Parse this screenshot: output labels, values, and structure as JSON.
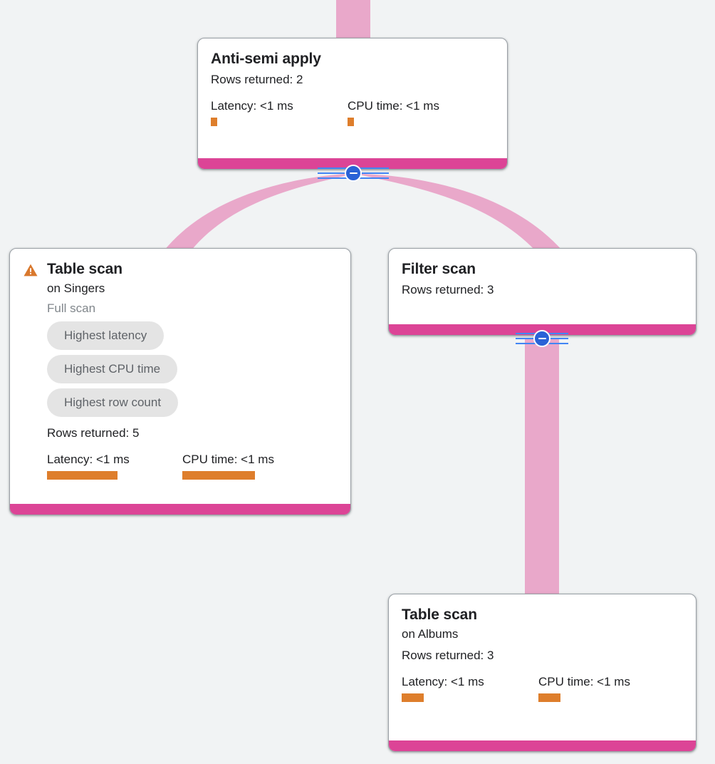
{
  "canvas": {
    "background": "#f1f3f4",
    "edge_color": "#e9a8ca",
    "footer_color": "#dc4496",
    "bar_color": "#de7e2c",
    "chip_bg": "#e4e4e4",
    "toggle_color": "#2a62d6"
  },
  "labels": {
    "rows_returned_prefix": "Rows returned: ",
    "latency_prefix": "Latency: ",
    "cpu_prefix": "CPU time: "
  },
  "nodes": [
    {
      "id": "anti-semi-apply",
      "title": "Anti-semi apply",
      "subtitle": "",
      "scan_type": "",
      "warning": false,
      "chips": [],
      "rows_returned": "Rows returned: 2",
      "latency": "Latency: <1 ms",
      "cpu_time": "CPU time: <1 ms"
    },
    {
      "id": "table-scan-singers",
      "title": "Table scan",
      "subtitle": "on Singers",
      "scan_type": "Full scan",
      "warning": true,
      "warning_icon": "warning-triangle-icon",
      "chips": [
        "Highest latency",
        "Highest CPU time",
        "Highest row count"
      ],
      "rows_returned": "Rows returned: 5",
      "latency": "Latency: <1 ms",
      "cpu_time": "CPU time: <1 ms"
    },
    {
      "id": "filter-scan",
      "title": "Filter scan",
      "subtitle": "",
      "scan_type": "",
      "warning": false,
      "chips": [],
      "rows_returned": "Rows returned: 3",
      "latency": "",
      "cpu_time": ""
    },
    {
      "id": "table-scan-albums",
      "title": "Table scan",
      "subtitle": "on Albums",
      "scan_type": "",
      "warning": false,
      "chips": [],
      "rows_returned": "Rows returned: 3",
      "latency": "Latency: <1 ms",
      "cpu_time": "CPU time: <1 ms"
    }
  ],
  "toggles": [
    {
      "id": "toggle-anti-semi-apply",
      "state": "expanded",
      "glyph": "minus"
    },
    {
      "id": "toggle-filter-scan",
      "state": "expanded",
      "glyph": "minus"
    }
  ]
}
